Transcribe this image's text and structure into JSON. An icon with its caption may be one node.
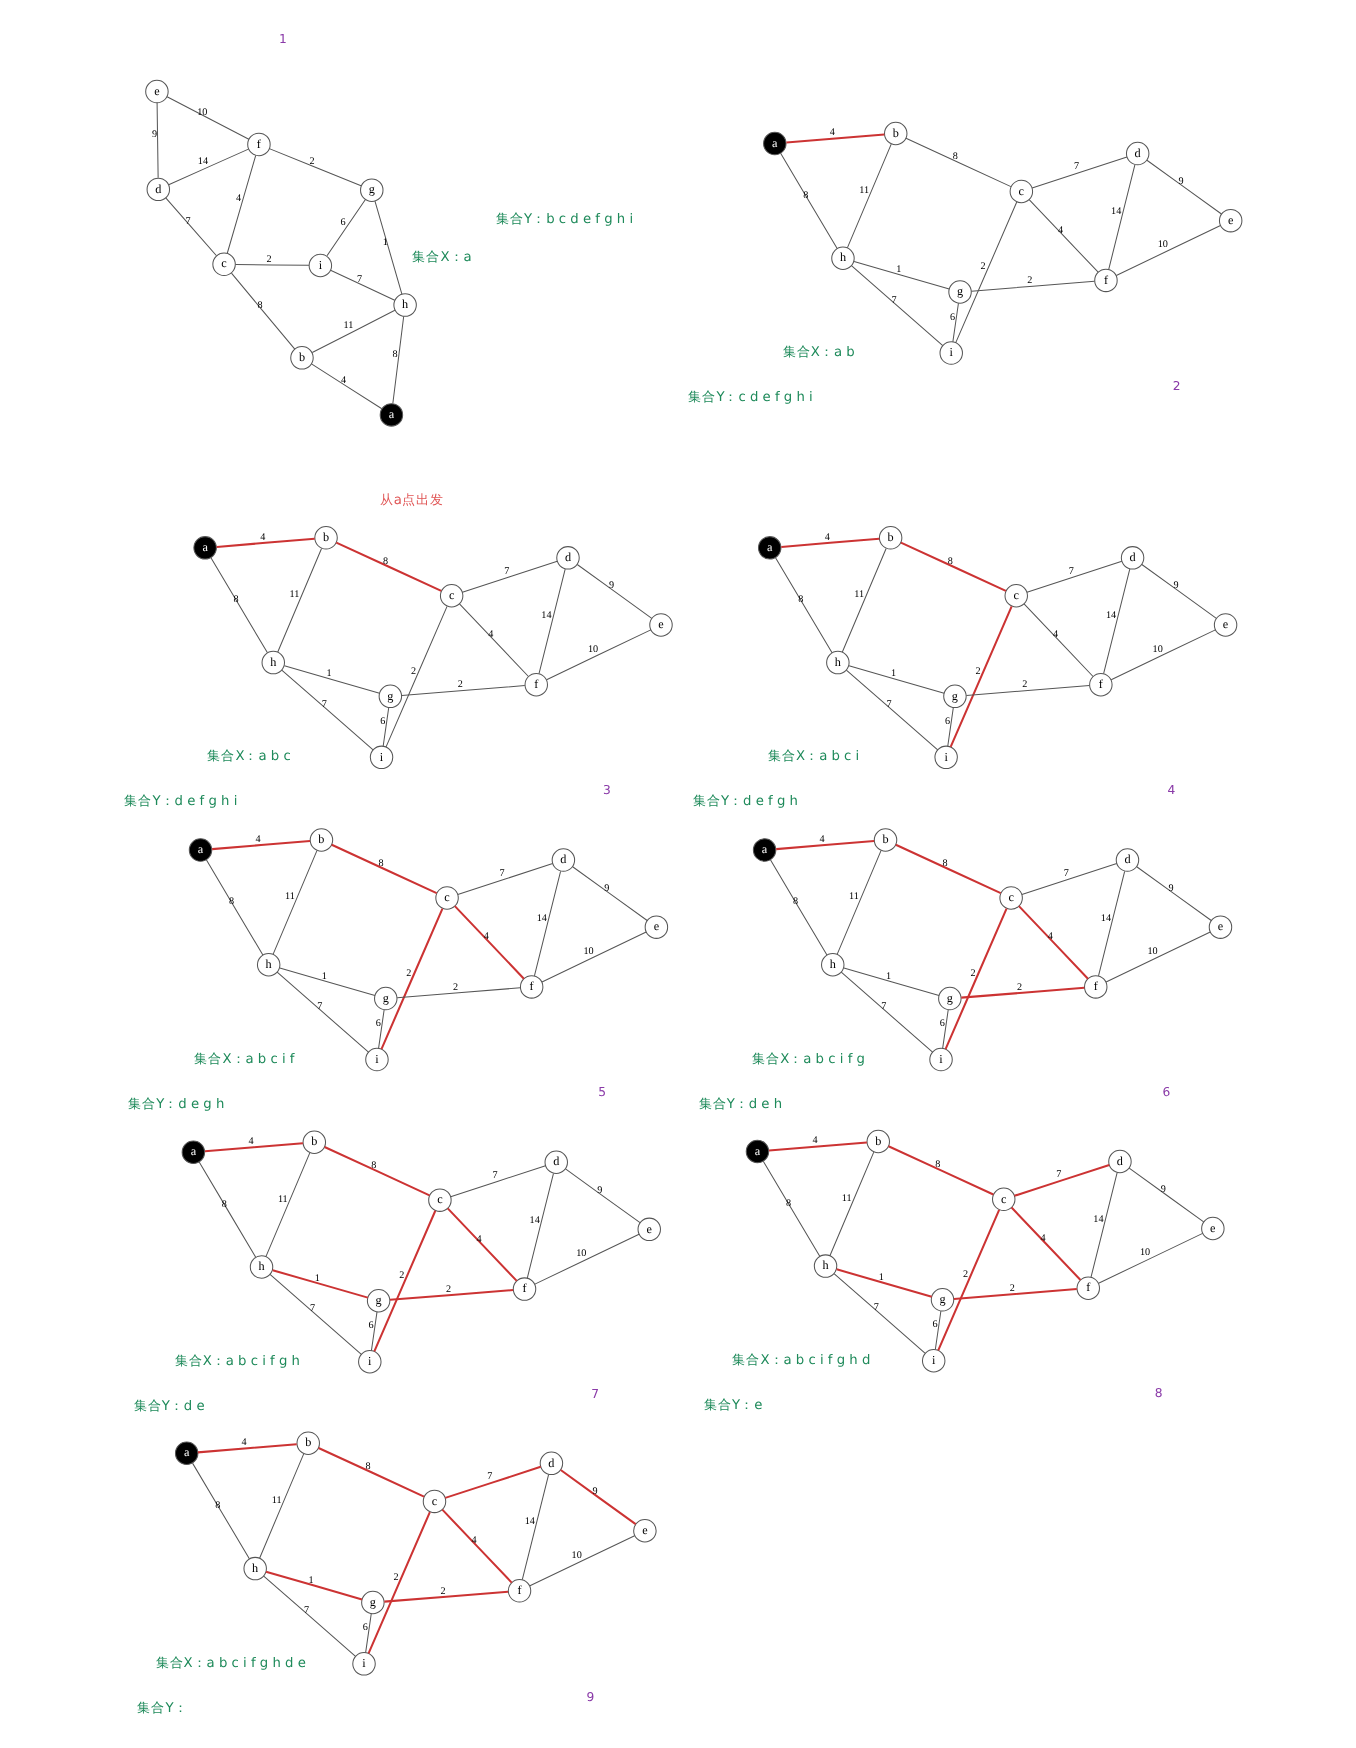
{
  "diagram": {
    "nodes": [
      {
        "text": [
          "a"
        ]
      },
      {
        "text": [
          "b"
        ]
      },
      {
        "text": [
          "c"
        ]
      },
      {
        "text": [
          "d"
        ]
      },
      {
        "text": [
          "e"
        ]
      },
      {
        "text": [
          "f"
        ]
      },
      {
        "text": [
          "g"
        ]
      },
      {
        "text": [
          "h"
        ]
      },
      {
        "text": [
          "i"
        ]
      },
      {
        "text": [
          "a"
        ]
      },
      {
        "text": [
          "b"
        ]
      },
      {
        "text": [
          "c"
        ]
      },
      {
        "text": [
          "d"
        ]
      },
      {
        "text": [
          "e"
        ]
      },
      {
        "text": [
          "f"
        ]
      },
      {
        "text": [
          "g"
        ]
      },
      {
        "text": [
          "h"
        ]
      },
      {
        "text": [
          "i"
        ]
      },
      {
        "text": [
          "a"
        ]
      },
      {
        "text": [
          "b"
        ]
      },
      {
        "text": [
          "c"
        ]
      },
      {
        "text": [
          "d"
        ]
      },
      {
        "text": [
          "e"
        ]
      },
      {
        "text": [
          "f"
        ]
      },
      {
        "text": [
          "g"
        ]
      },
      {
        "text": [
          "h"
        ]
      },
      {
        "text": [
          "i"
        ]
      },
      {
        "text": [
          "a"
        ]
      },
      {
        "text": [
          "b"
        ]
      },
      {
        "text": [
          "c"
        ]
      },
      {
        "text": [
          "d"
        ]
      },
      {
        "text": [
          "e"
        ]
      },
      {
        "text": [
          "f"
        ]
      },
      {
        "text": [
          "g"
        ]
      },
      {
        "text": [
          "h"
        ]
      },
      {
        "text": [
          "i"
        ]
      },
      {
        "text": [
          "a"
        ]
      },
      {
        "text": [
          "b"
        ]
      },
      {
        "text": [
          "c"
        ]
      },
      {
        "text": [
          "d"
        ]
      },
      {
        "text": [
          "e"
        ]
      },
      {
        "text": [
          "f"
        ]
      },
      {
        "text": [
          "g"
        ]
      },
      {
        "text": [
          "h"
        ]
      },
      {
        "text": [
          "i"
        ]
      },
      {
        "text": [
          "a"
        ]
      },
      {
        "text": [
          "b"
        ]
      },
      {
        "text": [
          "c"
        ]
      },
      {
        "text": [
          "d"
        ]
      },
      {
        "text": [
          "e"
        ]
      },
      {
        "text": [
          "f"
        ]
      },
      {
        "text": [
          "g"
        ]
      },
      {
        "text": [
          "h"
        ]
      },
      {
        "text": [
          "i"
        ]
      },
      {
        "text": [
          "a"
        ]
      },
      {
        "text": [
          "b"
        ]
      },
      {
        "text": [
          "c"
        ]
      },
      {
        "text": [
          "d"
        ]
      },
      {
        "text": [
          "e"
        ]
      },
      {
        "text": [
          "f"
        ]
      },
      {
        "text": [
          "g"
        ]
      },
      {
        "text": [
          "h"
        ]
      },
      {
        "text": [
          "i"
        ]
      },
      {
        "text": [
          "a"
        ]
      },
      {
        "text": [
          "b"
        ]
      },
      {
        "text": [
          "c"
        ]
      },
      {
        "text": [
          "d"
        ]
      },
      {
        "text": [
          "e"
        ]
      },
      {
        "text": [
          "f"
        ]
      },
      {
        "text": [
          "g"
        ]
      },
      {
        "text": [
          "h"
        ]
      },
      {
        "text": [
          "i"
        ]
      },
      {
        "text": [
          "a"
        ]
      },
      {
        "text": [
          "b"
        ]
      },
      {
        "text": [
          "c"
        ]
      },
      {
        "text": [
          "d"
        ]
      },
      {
        "text": [
          "e"
        ]
      },
      {
        "text": [
          "f"
        ]
      },
      {
        "text": [
          "g"
        ]
      },
      {
        "text": [
          "h"
        ]
      },
      {
        "text": [
          "i"
        ]
      }
    ],
    "edges": [
      {
        "from": 0,
        "to": 1,
        "label": "4",
        "arrow": "none"
      },
      {
        "from": 0,
        "to": 7,
        "label": "8",
        "arrow": "none"
      },
      {
        "from": 1,
        "to": 2,
        "label": "8",
        "arrow": "none"
      },
      {
        "from": 1,
        "to": 7,
        "label": "11",
        "arrow": "none"
      },
      {
        "from": 2,
        "to": 3,
        "label": "7",
        "arrow": "none"
      },
      {
        "from": 2,
        "to": 8,
        "label": "2",
        "arrow": "none"
      },
      {
        "from": 2,
        "to": 5,
        "label": "4",
        "arrow": "none"
      },
      {
        "from": 3,
        "to": 4,
        "label": "9",
        "arrow": "none"
      },
      {
        "from": 3,
        "to": 5,
        "label": "14",
        "arrow": "none"
      },
      {
        "from": 4,
        "to": 5,
        "label": "10",
        "arrow": "none"
      },
      {
        "from": 5,
        "to": 6,
        "label": "2",
        "arrow": "none"
      },
      {
        "from": 6,
        "to": 7,
        "label": "1",
        "arrow": "none"
      },
      {
        "from": 6,
        "to": 8,
        "label": "6",
        "arrow": "none"
      },
      {
        "from": 7,
        "to": 8,
        "label": "7",
        "arrow": "none"
      },
      {
        "from": 9,
        "to": 10,
        "label": "4",
        "arrow": "none",
        "color": "#cc3333"
      },
      {
        "from": 9,
        "to": 16,
        "label": "8",
        "arrow": "none"
      },
      {
        "from": 10,
        "to": 11,
        "label": "8",
        "arrow": "none"
      },
      {
        "from": 10,
        "to": 16,
        "label": "11",
        "arrow": "none"
      },
      {
        "from": 11,
        "to": 12,
        "label": "7",
        "arrow": "none"
      },
      {
        "from": 11,
        "to": 17,
        "label": "2",
        "arrow": "none"
      },
      {
        "from": 11,
        "to": 14,
        "label": "4",
        "arrow": "none"
      },
      {
        "from": 12,
        "to": 13,
        "label": "9",
        "arrow": "none"
      },
      {
        "from": 12,
        "to": 14,
        "label": "14",
        "arrow": "none"
      },
      {
        "from": 13,
        "to": 14,
        "label": "10",
        "arrow": "none"
      },
      {
        "from": 14,
        "to": 15,
        "label": "2",
        "arrow": "none"
      },
      {
        "from": 15,
        "to": 16,
        "label": "1",
        "arrow": "none"
      },
      {
        "from": 15,
        "to": 17,
        "label": "6",
        "arrow": "none"
      },
      {
        "from": 16,
        "to": 17,
        "label": "7",
        "arrow": "none"
      },
      {
        "from": 18,
        "to": 19,
        "label": "4",
        "arrow": "none",
        "color": "#cc3333"
      },
      {
        "from": 18,
        "to": 25,
        "label": "8",
        "arrow": "none"
      },
      {
        "from": 19,
        "to": 20,
        "label": "8",
        "arrow": "none",
        "color": "#cc3333"
      },
      {
        "from": 19,
        "to": 25,
        "label": "11",
        "arrow": "none"
      },
      {
        "from": 20,
        "to": 21,
        "label": "7",
        "arrow": "none"
      },
      {
        "from": 20,
        "to": 26,
        "label": "2",
        "arrow": "none"
      },
      {
        "from": 20,
        "to": 23,
        "label": "4",
        "arrow": "none"
      },
      {
        "from": 21,
        "to": 22,
        "label": "9",
        "arrow": "none"
      },
      {
        "from": 21,
        "to": 23,
        "label": "14",
        "arrow": "none"
      },
      {
        "from": 22,
        "to": 23,
        "label": "10",
        "arrow": "none"
      },
      {
        "from": 23,
        "to": 24,
        "label": "2",
        "arrow": "none"
      },
      {
        "from": 24,
        "to": 25,
        "label": "1",
        "arrow": "none"
      },
      {
        "from": 24,
        "to": 26,
        "label": "6",
        "arrow": "none"
      },
      {
        "from": 25,
        "to": 26,
        "label": "7",
        "arrow": "none"
      },
      {
        "from": 27,
        "to": 28,
        "label": "4",
        "arrow": "none",
        "color": "#cc3333"
      },
      {
        "from": 27,
        "to": 34,
        "label": "8",
        "arrow": "none"
      },
      {
        "from": 28,
        "to": 29,
        "label": "8",
        "arrow": "none",
        "color": "#cc3333"
      },
      {
        "from": 28,
        "to": 34,
        "label": "11",
        "arrow": "none"
      },
      {
        "from": 29,
        "to": 30,
        "label": "7",
        "arrow": "none"
      },
      {
        "from": 29,
        "to": 35,
        "label": "2",
        "arrow": "none",
        "color": "#cc3333"
      },
      {
        "from": 29,
        "to": 32,
        "label": "4",
        "arrow": "none"
      },
      {
        "from": 30,
        "to": 31,
        "label": "9",
        "arrow": "none"
      },
      {
        "from": 30,
        "to": 32,
        "label": "14",
        "arrow": "none"
      },
      {
        "from": 31,
        "to": 32,
        "label": "10",
        "arrow": "none"
      },
      {
        "from": 32,
        "to": 33,
        "label": "2",
        "arrow": "none"
      },
      {
        "from": 33,
        "to": 34,
        "label": "1",
        "arrow": "none"
      },
      {
        "from": 33,
        "to": 35,
        "label": "6",
        "arrow": "none"
      },
      {
        "from": 34,
        "to": 35,
        "label": "7",
        "arrow": "none"
      },
      {
        "from": 36,
        "to": 37,
        "label": "4",
        "arrow": "none",
        "color": "#cc3333"
      },
      {
        "from": 36,
        "to": 43,
        "label": "8",
        "arrow": "none"
      },
      {
        "from": 37,
        "to": 38,
        "label": "8",
        "arrow": "none",
        "color": "#cc3333"
      },
      {
        "from": 37,
        "to": 43,
        "label": "11",
        "arrow": "none"
      },
      {
        "from": 38,
        "to": 39,
        "label": "7",
        "arrow": "none"
      },
      {
        "from": 38,
        "to": 44,
        "label": "2",
        "arrow": "none",
        "color": "#cc3333"
      },
      {
        "from": 38,
        "to": 41,
        "label": "4",
        "arrow": "none",
        "color": "#cc3333"
      },
      {
        "from": 39,
        "to": 40,
        "label": "9",
        "arrow": "none"
      },
      {
        "from": 39,
        "to": 41,
        "label": "14",
        "arrow": "none"
      },
      {
        "from": 40,
        "to": 41,
        "label": "10",
        "arrow": "none"
      },
      {
        "from": 41,
        "to": 42,
        "label": "2",
        "arrow": "none"
      },
      {
        "from": 42,
        "to": 43,
        "label": "1",
        "arrow": "none"
      },
      {
        "from": 42,
        "to": 44,
        "label": "6",
        "arrow": "none"
      },
      {
        "from": 43,
        "to": 44,
        "label": "7",
        "arrow": "none"
      },
      {
        "from": 45,
        "to": 46,
        "label": "4",
        "arrow": "none",
        "color": "#cc3333"
      },
      {
        "from": 45,
        "to": 52,
        "label": "8",
        "arrow": "none"
      },
      {
        "from": 46,
        "to": 47,
        "label": "8",
        "arrow": "none",
        "color": "#cc3333"
      },
      {
        "from": 46,
        "to": 52,
        "label": "11",
        "arrow": "none"
      },
      {
        "from": 47,
        "to": 48,
        "label": "7",
        "arrow": "none"
      },
      {
        "from": 47,
        "to": 53,
        "label": "2",
        "arrow": "none",
        "color": "#cc3333"
      },
      {
        "from": 47,
        "to": 50,
        "label": "4",
        "arrow": "none",
        "color": "#cc3333"
      },
      {
        "from": 48,
        "to": 49,
        "label": "9",
        "arrow": "none"
      },
      {
        "from": 48,
        "to": 50,
        "label": "14",
        "arrow": "none"
      },
      {
        "from": 49,
        "to": 50,
        "label": "10",
        "arrow": "none"
      },
      {
        "from": 50,
        "to": 51,
        "label": "2",
        "arrow": "none",
        "color": "#cc3333"
      },
      {
        "from": 51,
        "to": 52,
        "label": "1",
        "arrow": "none"
      },
      {
        "from": 51,
        "to": 53,
        "label": "6",
        "arrow": "none"
      },
      {
        "from": 52,
        "to": 53,
        "label": "7",
        "arrow": "none"
      },
      {
        "from": 54,
        "to": 55,
        "label": "4",
        "arrow": "none",
        "color": "#cc3333"
      },
      {
        "from": 54,
        "to": 61,
        "label": "8",
        "arrow": "none"
      },
      {
        "from": 55,
        "to": 56,
        "label": "8",
        "arrow": "none",
        "color": "#cc3333"
      },
      {
        "from": 55,
        "to": 61,
        "label": "11",
        "arrow": "none"
      },
      {
        "from": 56,
        "to": 57,
        "label": "7",
        "arrow": "none"
      },
      {
        "from": 56,
        "to": 62,
        "label": "2",
        "arrow": "none",
        "color": "#cc3333"
      },
      {
        "from": 56,
        "to": 59,
        "label": "4",
        "arrow": "none",
        "color": "#cc3333"
      },
      {
        "from": 57,
        "to": 58,
        "label": "9",
        "arrow": "none"
      },
      {
        "from": 57,
        "to": 59,
        "label": "14",
        "arrow": "none"
      },
      {
        "from": 58,
        "to": 59,
        "label": "10",
        "arrow": "none"
      },
      {
        "from": 59,
        "to": 60,
        "label": "2",
        "arrow": "none",
        "color": "#cc3333"
      },
      {
        "from": 60,
        "to": 61,
        "label": "1",
        "arrow": "none",
        "color": "#cc3333"
      },
      {
        "from": 60,
        "to": 62,
        "label": "6",
        "arrow": "none"
      },
      {
        "from": 61,
        "to": 62,
        "label": "7",
        "arrow": "none"
      },
      {
        "from": 63,
        "to": 64,
        "label": "4",
        "arrow": "none",
        "color": "#cc3333"
      },
      {
        "from": 63,
        "to": 70,
        "label": "8",
        "arrow": "none"
      },
      {
        "from": 64,
        "to": 65,
        "label": "8",
        "arrow": "none",
        "color": "#cc3333"
      },
      {
        "from": 64,
        "to": 70,
        "label": "11",
        "arrow": "none"
      },
      {
        "from": 65,
        "to": 66,
        "label": "7",
        "arrow": "none",
        "color": "#cc3333"
      },
      {
        "from": 65,
        "to": 71,
        "label": "2",
        "arrow": "none",
        "color": "#cc3333"
      },
      {
        "from": 65,
        "to": 68,
        "label": "4",
        "arrow": "none",
        "color": "#cc3333"
      },
      {
        "from": 66,
        "to": 67,
        "label": "9",
        "arrow": "none"
      },
      {
        "from": 66,
        "to": 68,
        "label": "14",
        "arrow": "none"
      },
      {
        "from": 67,
        "to": 68,
        "label": "10",
        "arrow": "none"
      },
      {
        "from": 68,
        "to": 69,
        "label": "2",
        "arrow": "none",
        "color": "#cc3333"
      },
      {
        "from": 69,
        "to": 70,
        "label": "1",
        "arrow": "none",
        "color": "#cc3333"
      },
      {
        "from": 69,
        "to": 71,
        "label": "6",
        "arrow": "none"
      },
      {
        "from": 70,
        "to": 71,
        "label": "7",
        "arrow": "none"
      },
      {
        "from": 72,
        "to": 73,
        "label": "4",
        "arrow": "none",
        "color": "#cc3333"
      },
      {
        "from": 72,
        "to": 79,
        "label": "8",
        "arrow": "none"
      },
      {
        "from": 73,
        "to": 74,
        "label": "8",
        "arrow": "none",
        "color": "#cc3333"
      },
      {
        "from": 73,
        "to": 79,
        "label": "11",
        "arrow": "none"
      },
      {
        "from": 74,
        "to": 75,
        "label": "7",
        "arrow": "none",
        "color": "#cc3333"
      },
      {
        "from": 74,
        "to": 80,
        "label": "2",
        "arrow": "none",
        "color": "#cc3333"
      },
      {
        "from": 74,
        "to": 77,
        "label": "4",
        "arrow": "none",
        "color": "#cc3333"
      },
      {
        "from": 75,
        "to": 76,
        "label": "9",
        "arrow": "none",
        "color": "#cc3333"
      },
      {
        "from": 75,
        "to": 77,
        "label": "14",
        "arrow": "none"
      },
      {
        "from": 76,
        "to": 77,
        "label": "10",
        "arrow": "none"
      },
      {
        "from": 77,
        "to": 78,
        "label": "2",
        "arrow": "none",
        "color": "#cc3333"
      },
      {
        "from": 78,
        "to": 79,
        "label": "1",
        "arrow": "none",
        "color": "#cc3333"
      },
      {
        "from": 78,
        "to": 80,
        "label": "6",
        "arrow": "none"
      },
      {
        "from": 79,
        "to": 80,
        "label": "7",
        "arrow": "none"
      }
    ],
    "labels": [
      "从a点出发",
      "1",
      "2",
      "集合X：a",
      "集合Y：b c d e f g h i",
      "集合X：a b",
      "集合Y：c d e f g h i",
      "3",
      "4",
      "集合X：a b c",
      "集合Y：d e f g h i",
      "集合X：a b c i",
      "集合Y：d e f g h",
      "5",
      "6",
      "集合X：a b c i f",
      "集合Y：d e g h",
      "集合X：a b c i f g",
      "集合Y：d e h",
      "7",
      "8",
      "集合X：a b c i f g h",
      "集合Y：d e",
      "集合X：a b c i f g h d",
      "集合Y：e",
      "9",
      "集合X：a b c i f g h d e",
      "集合Y："
    ]
  }
}
